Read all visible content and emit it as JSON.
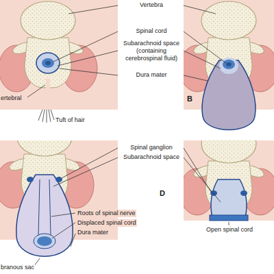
{
  "diagram": {
    "labels": [
      "Vertebra",
      "Spinal cord",
      "Subarachnoid space (containing cerebrospinal fluid)",
      "ertebral",
      "Dura mater",
      "Tuft of hair",
      "B",
      "Spinal ganglion",
      "Subarachnoid space",
      "Roots of spinal nerve",
      "Displaced spinal cord",
      "Dura mater",
      "D",
      "branous sac",
      "Open spinal cord"
    ]
  }
}
